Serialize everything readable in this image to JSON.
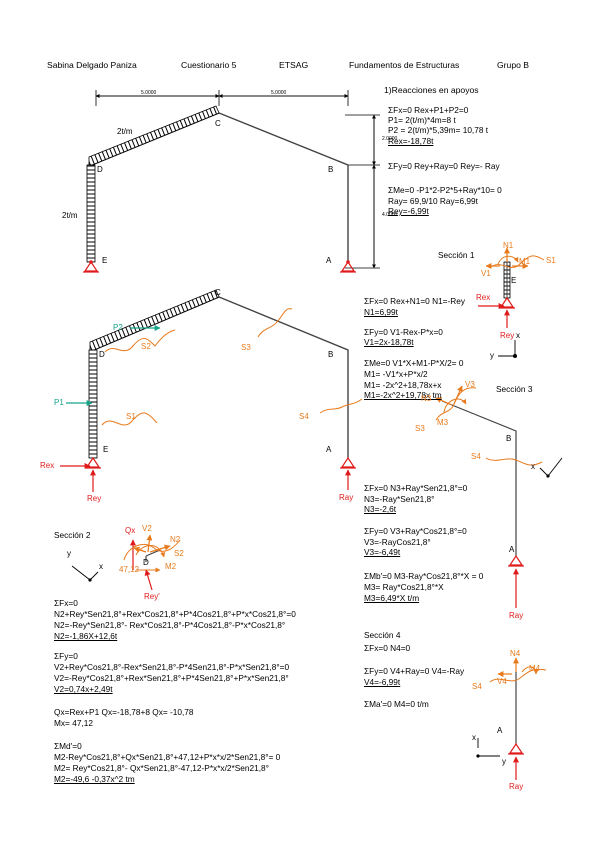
{
  "header": {
    "author": "Sabina Delgado Paniza",
    "quiz": "Cuestionario 5",
    "school": "ETSAG",
    "subject": "Fundamentos de Estructuras",
    "group": "Grupo B"
  },
  "dims": {
    "top_left": "5.0000",
    "top_right": "5.0000",
    "side_top": "2.0000",
    "side_bottom": "4.0000"
  },
  "labels": {
    "load_top": "2t/m",
    "load_side": "2t/m",
    "A": "A",
    "B": "B",
    "C": "C",
    "D": "D",
    "E": "E",
    "P1": "P1",
    "P2": "P2",
    "Rex": "Rex",
    "Rey": "Rey",
    "Ray": "Ray",
    "S1": "S1",
    "S2": "S2",
    "S3": "S3",
    "S4": "S4",
    "N1": "N1",
    "V1": "V1",
    "M1": "M1",
    "N3": "N3",
    "V3": "V3",
    "M3": "M3",
    "N4": "N4",
    "V4": "V4",
    "M4": "M4",
    "Qx": "Qx",
    "V2": "V2",
    "N2": "N2",
    "M2": "M2",
    "Mx_val": "47,12",
    "Rey_prime": "Rey'",
    "x": "x",
    "y": "y"
  },
  "reacciones": {
    "title": "1)Reacciones en apoyos",
    "lines": [
      "ΣFx=0   Rex+P1+P2=0",
      "P1= 2(t/m)*4m=8 t",
      "P2 = 2(t/m)*5,39m= 10,78 t",
      "Rex=-18,78t",
      "ΣFy=0   Rey+Ray=0  Rey=- Ray",
      "ΣMe=0   -P1*2-P2*5+Ray*10= 0",
      "Ray= 69,9/10   Ray=6,99t",
      "Rey=-6,99t"
    ]
  },
  "seccion1": {
    "title": "Sección 1",
    "lines": [
      "ΣFx=0   Rex+N1=0   N1=-Rey",
      "N1=6,99t",
      "ΣFy=0   V1-Rex-P*x=0",
      "V1=2x-18,78t",
      "ΣMe=0   V1*X+M1-P*X/2= 0",
      "M1= -V1*x+P*x/2",
      "M1= -2x^2+18,78x+x",
      "M1=-2x^2+19,78x tm"
    ]
  },
  "seccion3": {
    "title": "Sección 3",
    "lines": [
      "ΣFx=0   N3+Ray*Sen21,8°=0",
      "N3=-Ray*Sen21,8°",
      "N3=-2,6t",
      "ΣFy=0   V3+Ray*Cos21,8°=0",
      "V3=-RayCos21,8°",
      "V3=-6,49t",
      "ΣMb'=0   M3-Ray*Cos21,8°*X = 0",
      "M3= Ray*Cos21,8°*X",
      "M3=6,49*X t/m"
    ]
  },
  "seccion4": {
    "title": "Sección 4",
    "lines": [
      "ΣFx=0   N4=0",
      "ΣFy=0   V4+Ray=0   V4=-Ray",
      "V4=-6,99t",
      "ΣMa'=0   M4=0 t/m"
    ]
  },
  "seccion2": {
    "title": "Sección 2",
    "lines": [
      "ΣFx=0",
      "N2+Rey*Sen21,8°+Rex*Cos21,8°+P*4Cos21,8°+P*x*Cos21,8°=0",
      "N2=-Rey*Sen21,8°- Rex*Cos21,8°-P*4Cos21,8°-P*x*Cos21,8°",
      "N2=-1,86X+12,6t",
      "ΣFy=0",
      "V2+Rey*Cos21,8°-Rex*Sen21,8°-P*4Sen21,8°-P*x*Sen21,8°=0",
      "V2=-Rey*Cos21,8°+Rex*Sen21,8°+P*4Sen21,8°+P*x*Sen21,8°",
      "V2=0,74x+2,49t",
      "Qx=Rex+P1   Qx=-18,78+8   Qx= -10,78",
      "Mx= 47,12",
      "ΣMd'=0",
      "M2-Rey*Cos21,8°+Qx*Sen21,8°+47,12+P*x*x/2*Sen21,8°= 0",
      "M2= Rey*Cos21,8°- Qx*Sen21,8°-47,12-P*x*x/2*Sen21,8°",
      "M2=-49,6 -0,37x^2 tm"
    ]
  }
}
